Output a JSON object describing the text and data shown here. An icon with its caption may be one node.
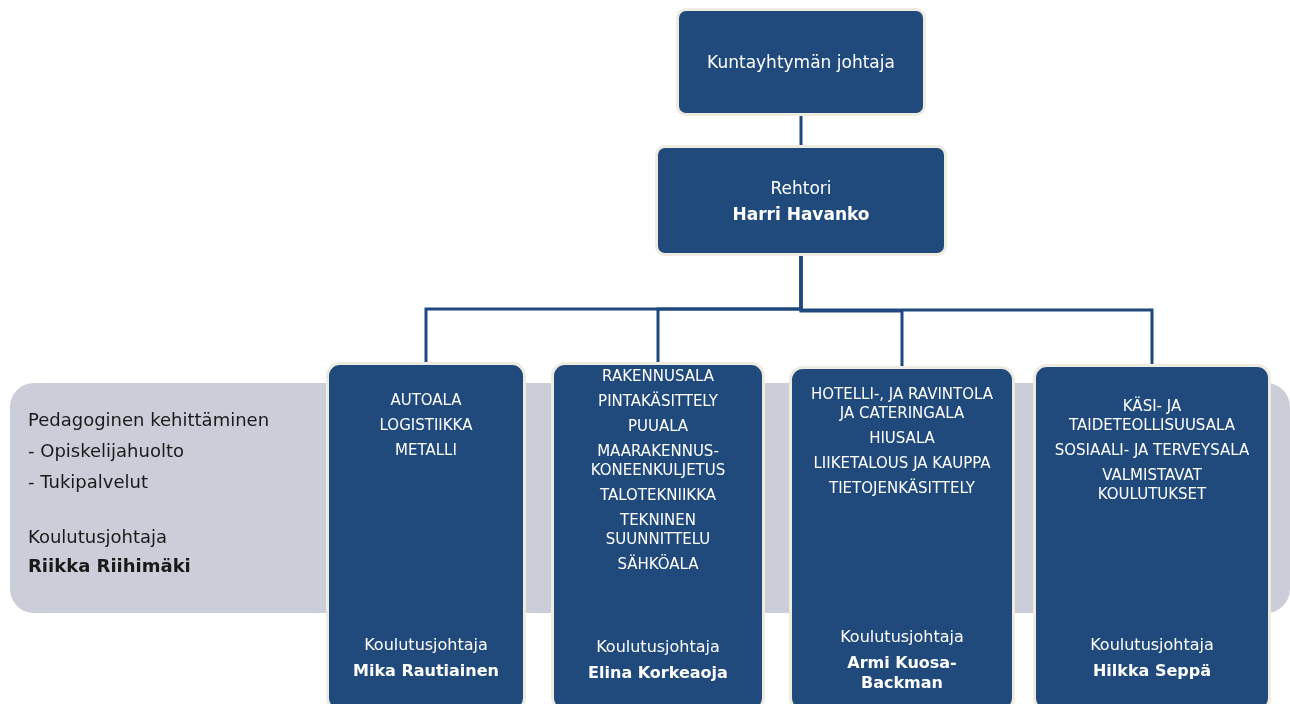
{
  "diagram": {
    "nodes": [
      {
        "text": [
          "Kuntayhtymän johtaja"
        ]
      },
      {
        "text": [
          "Rehtori",
          "Harri Havanko"
        ]
      },
      {
        "text": [
          "Pedagoginen kehittäminen",
          "- Opiskelijahuolto",
          "- Tukipalvelut",
          "Koulutusjohtaja",
          "Riikka Riihimäki"
        ]
      },
      {
        "text": [
          "AUTOALA",
          "LOGISTIIKKA",
          "METALLI",
          "Koulutusjohtaja",
          "Mika Rautiainen"
        ]
      },
      {
        "text": [
          "RAKENNUSALA",
          "PINTAKÄSITTELY",
          "PUUALA",
          "MAARAKENNUS- KONEENKULJETUS",
          "TALOTEKNIIKKA",
          "TEKNINEN SUUNNITTELU",
          "SÄHKÖALA",
          "Koulutusjohtaja",
          "Elina Korkeaoja"
        ]
      },
      {
        "text": [
          "HOTELLI-, JA RAVINTOLA JA CATERINGALA",
          "HIUSALA",
          "LIIKETALOUS JA KAUPPA",
          "TIETOJENKÄSITTELY",
          "Koulutusjohtaja",
          "Armi Kuosa- Backman"
        ]
      },
      {
        "text": [
          "KÄSI- JA TAIDETEOLLISUUSALA",
          "SOSIAALI- JA TERVEYSALA",
          "VALMISTAVAT KOULUTUKSET",
          "Koulutusjohtaja",
          "Hilkka Seppä"
        ]
      }
    ],
    "edges": [
      {
        "from": 0,
        "to": 1,
        "arrow": "none"
      },
      {
        "from": 1,
        "to": 3,
        "arrow": "none"
      },
      {
        "from": 1,
        "to": 4,
        "arrow": "none"
      },
      {
        "from": 1,
        "to": 5,
        "arrow": "none"
      },
      {
        "from": 1,
        "to": 6,
        "arrow": "none"
      }
    ]
  }
}
